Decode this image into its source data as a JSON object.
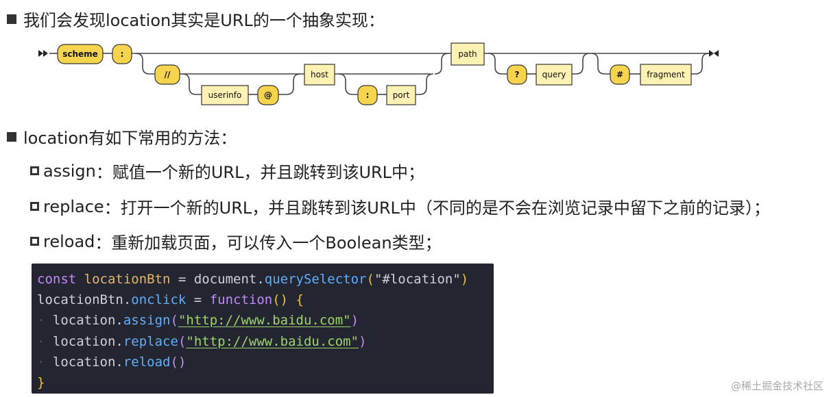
{
  "bullet1": {
    "text": "我们会发现location其实是URL的一个抽象实现："
  },
  "diagram": {
    "nodes": {
      "scheme": "scheme",
      "colon": ":",
      "slashes": "//",
      "userinfo": "userinfo",
      "at": "@",
      "host": "host",
      "port_colon": ":",
      "port": "port",
      "path": "path",
      "question": "?",
      "query": "query",
      "hash": "#",
      "fragment": "fragment"
    },
    "colors": {
      "rounded_fill": "#f7d44d",
      "rect_fill": "#fdf2b4",
      "stroke": "#333333",
      "track": "#444444"
    }
  },
  "bullet2": {
    "text": "location有如下常用的方法："
  },
  "methods": [
    {
      "name": "assign",
      "desc": "：赋值一个新的URL，并且跳转到该URL中；"
    },
    {
      "name": "replace",
      "desc": "：打开一个新的URL，并且跳转到该URL中（不同的是不会在浏览记录中留下之前的记录）；"
    },
    {
      "name": "reload",
      "desc": "：重新加载页面，可以传入一个Boolean类型；"
    }
  ],
  "code": {
    "l1": {
      "kw": "const",
      "var": "locationBtn",
      "eq": " = ",
      "obj": "document.",
      "fn": "querySelector",
      "open": "(",
      "str": "\"#location\"",
      "close": ")"
    },
    "l2": {
      "obj": "locationBtn.",
      "prop": "onclick",
      "eq": " = ",
      "kw": "function",
      "paren": "()",
      "brace": "{"
    },
    "l3": {
      "obj": "location.",
      "fn": "assign",
      "open": "(",
      "str": "\"http://www.baidu.com\"",
      "close": ")"
    },
    "l4": {
      "obj": "location.",
      "fn": "replace",
      "open": "(",
      "str": "\"http://www.baidu.com\"",
      "close": ")"
    },
    "l5": {
      "obj": "location.",
      "fn": "reload",
      "call": "()"
    },
    "l6": {
      "brace": "}"
    }
  },
  "watermark": "@稀土掘金技术社区"
}
